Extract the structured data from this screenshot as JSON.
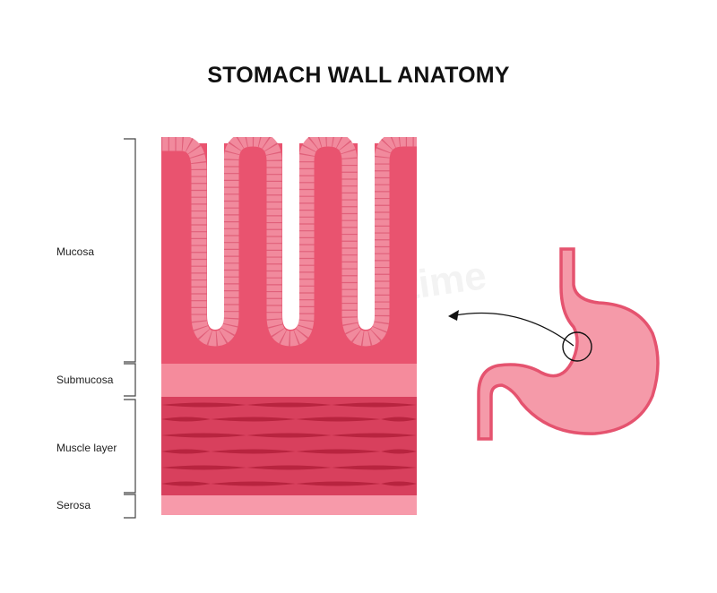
{
  "title": "STOMACH WALL ANATOMY",
  "layers": [
    {
      "key": "mucosa",
      "label": "Mucosa"
    },
    {
      "key": "submucosa",
      "label": "Submucosa"
    },
    {
      "key": "muscle",
      "label": "Muscle layer"
    },
    {
      "key": "serosa",
      "label": "Serosa"
    }
  ],
  "colors": {
    "mucosa": "#e9536f",
    "epithelium_fill": "#f18a9d",
    "epithelium_stroke": "#e0607a",
    "submucosa": "#f58b9c",
    "muscle_base": "#d8405d",
    "muscle_fiber": "#b8243f",
    "serosa": "#f79aaa",
    "stomach_fill": "#f59aa9",
    "stomach_stroke": "#e5536f",
    "bracket": "#444444",
    "arrow": "#111111"
  },
  "watermark_text": "dreamstime"
}
